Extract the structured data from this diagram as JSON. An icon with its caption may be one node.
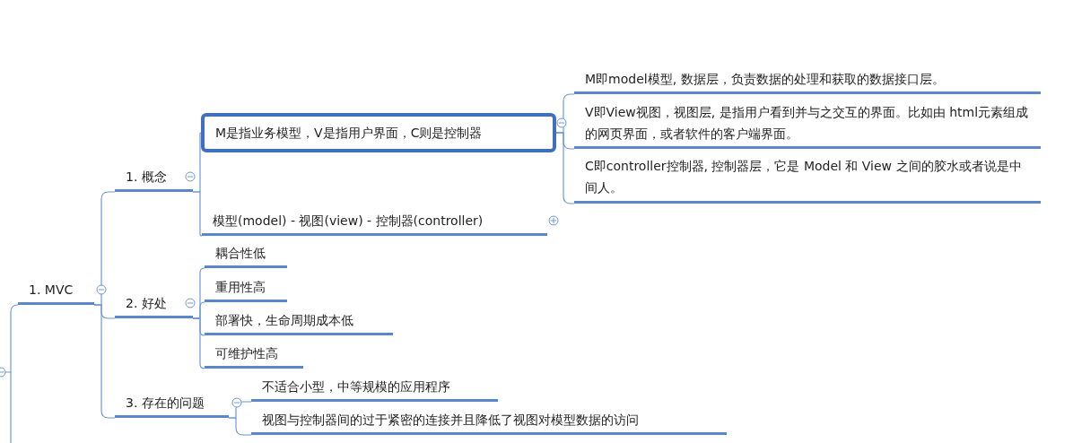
{
  "diagram": {
    "nodes": [
      {
        "text": [
          "1. MVC"
        ]
      },
      {
        "text": [
          "1. 概念"
        ]
      },
      {
        "text": [
          "M是指业务模型，V是指用户界面，C则是控制器"
        ]
      },
      {
        "text": [
          "M即model模型, 数据层，负责数据的处理和获取的数据接口层。"
        ]
      },
      {
        "text": [
          "V即View视图，视图层, 是指用户看到并与之交互的界面。比如由 html元素组成的网页界面，或者软件的客户端界面。"
        ]
      },
      {
        "text": [
          "C即controller控制器, 控制器层，它是 Model 和 View 之间的胶水或者说是中间人。"
        ]
      },
      {
        "text": [
          "模型(model) - 视图(view) - 控制器(controller)"
        ]
      },
      {
        "text": [
          "2. 好处"
        ]
      },
      {
        "text": [
          "耦合性低"
        ]
      },
      {
        "text": [
          "重用性高"
        ]
      },
      {
        "text": [
          "部署快，生命周期成本低"
        ]
      },
      {
        "text": [
          "可维护性高"
        ]
      },
      {
        "text": [
          "3. 存在的问题"
        ]
      },
      {
        "text": [
          "不适合小型，中等规模的应用程序"
        ]
      },
      {
        "text": [
          "视图与控制器间的过于紧密的连接并且降低了视图对模型数据的访问"
        ]
      }
    ],
    "edges": [
      {
        "from": null,
        "to": 0,
        "arrow": "none"
      },
      {
        "from": 0,
        "to": 1,
        "arrow": "none"
      },
      {
        "from": 0,
        "to": 7,
        "arrow": "none"
      },
      {
        "from": 0,
        "to": 12,
        "arrow": "none"
      },
      {
        "from": 1,
        "to": 2,
        "arrow": "none"
      },
      {
        "from": 1,
        "to": 6,
        "arrow": "none"
      },
      {
        "from": 2,
        "to": 3,
        "arrow": "none"
      },
      {
        "from": 2,
        "to": 4,
        "arrow": "none"
      },
      {
        "from": 2,
        "to": 5,
        "arrow": "none"
      },
      {
        "from": 7,
        "to": 8,
        "arrow": "none"
      },
      {
        "from": 7,
        "to": 9,
        "arrow": "none"
      },
      {
        "from": 7,
        "to": 10,
        "arrow": "none"
      },
      {
        "from": 7,
        "to": 11,
        "arrow": "none"
      },
      {
        "from": 12,
        "to": 13,
        "arrow": "none"
      },
      {
        "from": 12,
        "to": 14,
        "arrow": "none"
      }
    ]
  }
}
